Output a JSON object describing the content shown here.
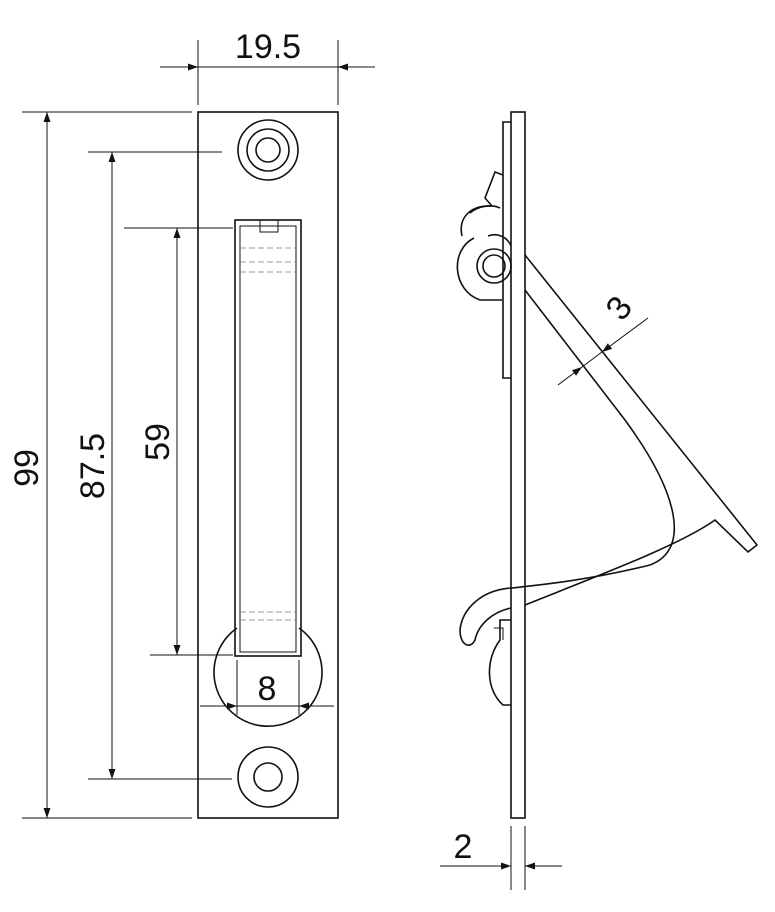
{
  "dimensions": {
    "plate_width": "19.5",
    "overall_height": "99",
    "hole_spacing": "87.5",
    "handle_length": "59",
    "handle_width": "8",
    "lever_thickness": "3",
    "plate_thickness": "2"
  }
}
